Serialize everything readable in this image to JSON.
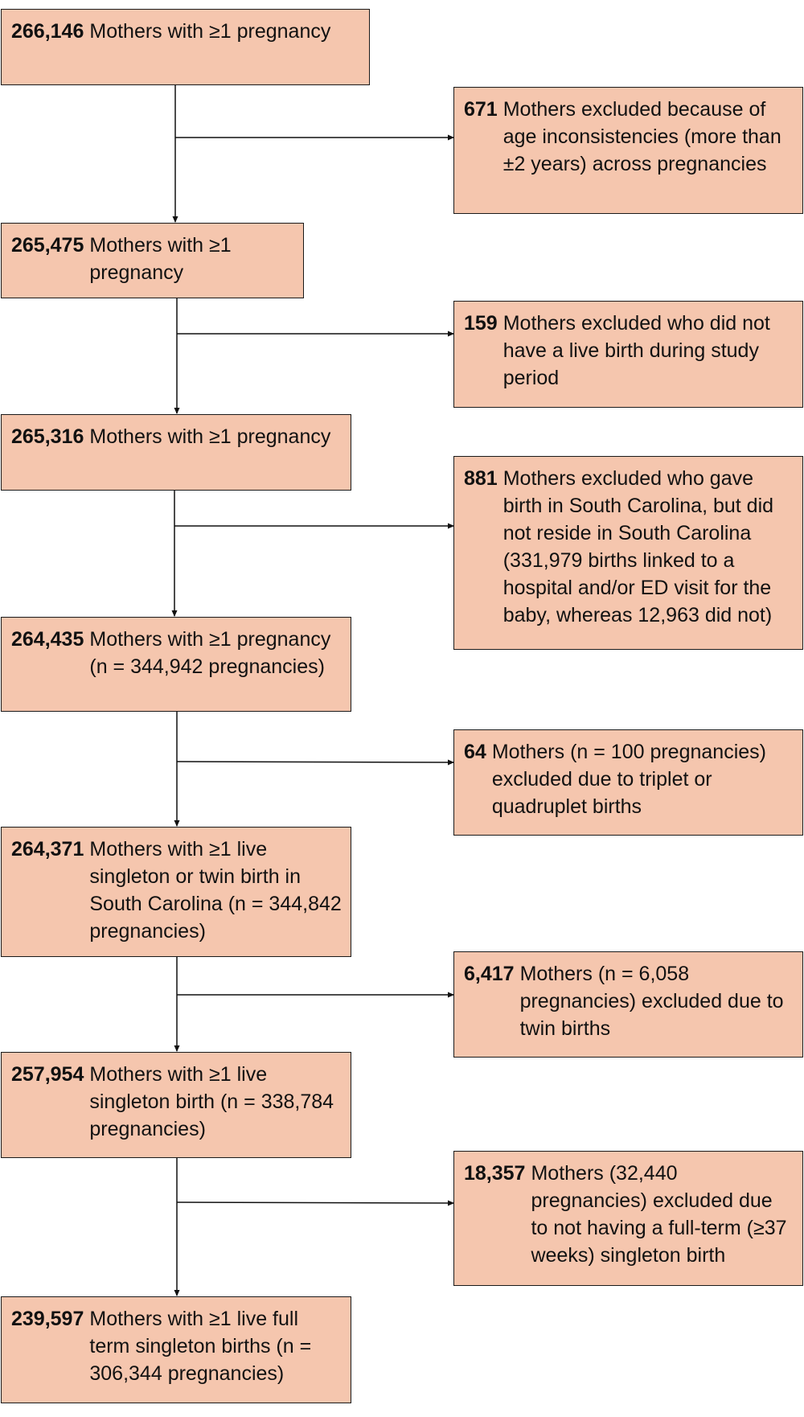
{
  "flowchart": {
    "main_boxes": [
      {
        "count": "266,146",
        "text": "Mothers with ≥1 pregnancy"
      },
      {
        "count": "265,475",
        "text": "Mothers with ≥1 pregnancy"
      },
      {
        "count": "265,316",
        "text": "Mothers with ≥1 pregnancy"
      },
      {
        "count": "264,435",
        "text": "Mothers with ≥1 pregnancy (n = 344,942 pregnancies)"
      },
      {
        "count": "264,371",
        "text": "Mothers with ≥1 live singleton or twin birth in South Carolina (n = 344,842 pregnancies)"
      },
      {
        "count": "257,954",
        "text": "Mothers with ≥1 live singleton birth (n = 338,784 pregnancies)"
      },
      {
        "count": "239,597",
        "text": "Mothers with ≥1 live full term singleton births (n = 306,344 pregnancies)"
      }
    ],
    "exclusion_boxes": [
      {
        "count": "671",
        "text": "Mothers excluded because of age inconsistencies (more than ±2 years) across pregnancies"
      },
      {
        "count": "159",
        "text": "Mothers excluded who did not have a live birth during study period"
      },
      {
        "count": "881",
        "text": "Mothers excluded who gave birth in South Carolina, but did not reside in South Carolina (331,979 births linked to a hospital and/or ED visit for the baby, whereas 12,963 did not)"
      },
      {
        "count": "64",
        "text": "Mothers (n = 100 pregnancies) excluded due to triplet or quadruplet births"
      },
      {
        "count": "6,417",
        "text": "Mothers (n = 6,058 pregnancies) excluded due to twin births"
      },
      {
        "count": "18,357",
        "text": "Mothers (32,440 pregnancies) excluded due to not having a full-term (≥37 weeks) singleton birth"
      }
    ]
  }
}
